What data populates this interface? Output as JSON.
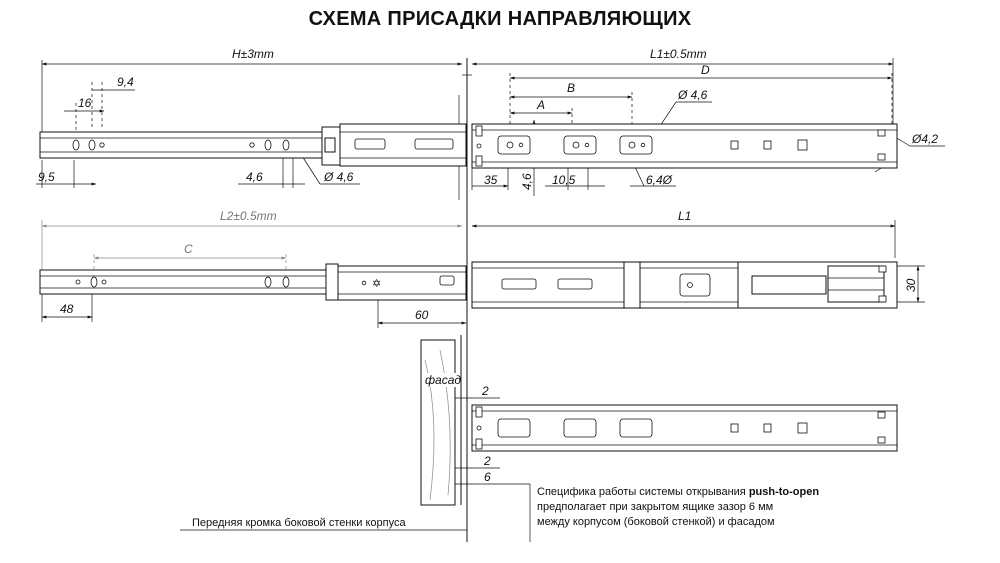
{
  "title": "СХЕМА ПРИСАДКИ НАПРАВЛЯЮЩИХ",
  "dimensions": {
    "h_total": "H±3mm",
    "l1_total": "L1±0.5mm",
    "d": "D",
    "b": "B",
    "a": "A",
    "dia_4_6_top": "Ø 4,6",
    "dia_4_2": "Ø4,2",
    "d_9_4": "9,4",
    "d_16": "16",
    "d_9_5": "9,5",
    "d_4_6_left": "4,6",
    "dia_4_6_bottom": "Ø 4,6",
    "d_35": "35",
    "d_4_6_vert": "4,6",
    "d_10_5": "10,5",
    "dia_6_4": "6,4Ø",
    "l2_total": "L2±0.5mm",
    "c": "C",
    "l1": "L1",
    "d_48": "48",
    "d_60": "60",
    "d_30": "30",
    "facade": "фасад",
    "gap_2_top": "2",
    "gap_2_bottom": "2",
    "gap_6": "6"
  },
  "notes": {
    "line1_prefix": "Специфика работы системы открывания ",
    "line1_bold": "push-to-open",
    "line2": "предполагает при закрытом ящике зазор 6 мм",
    "line3": "между корпусом (боковой стенкой) и фасадом",
    "edge_label": "Передняя кромка боковой стенки корпуса"
  }
}
